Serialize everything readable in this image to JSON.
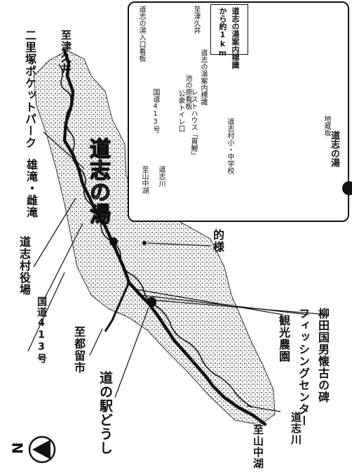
{
  "main_map": {
    "labels": {
      "to_tsukui": "至津久井",
      "nirizuka_park": "二里塚ポケットパーク",
      "odaki_medaki": "雄滝・雌滝",
      "doshi_village_office": "道志村役場",
      "route413": "国道413号",
      "to_tsuru": "至都留市",
      "michi_no_eki": "道の駅どうし",
      "to_yamanakako": "至山中湖",
      "doshi_river": "道志川",
      "kanko_noen": "観光農園",
      "fishing_center": "フィッシングセンター",
      "yanagita_monument": "柳田国男懐古の碑",
      "matogi": "的様",
      "doshi_no_yu": "道志の湯"
    }
  },
  "inset_map": {
    "title": "道志の湯案内標識",
    "distance": "から約1km",
    "labels": {
      "to_tsukui": "至津久井",
      "doshi_no_yu_guide_sign": "道志の湯案内標識",
      "doshi_no_yu_entrance_sign": "道志の湯入口看板",
      "route413": "国道413号",
      "pond_signboard": "池の原看板",
      "public_toilet": "公衆トイレ口",
      "rest_house_kannai": "レストハウス「貫鯉」",
      "doshi_school": "道志村小・中学校",
      "to_yamanakako": "至山中湖",
      "doshi_river": "道志川",
      "jizo_slope": "地蔵坂",
      "doshi_no_yu": "道志の湯"
    }
  },
  "north_label": "N",
  "colors": {
    "ink": "#111111",
    "stipple": "#8a8a8a",
    "paper": "#ffffff"
  }
}
